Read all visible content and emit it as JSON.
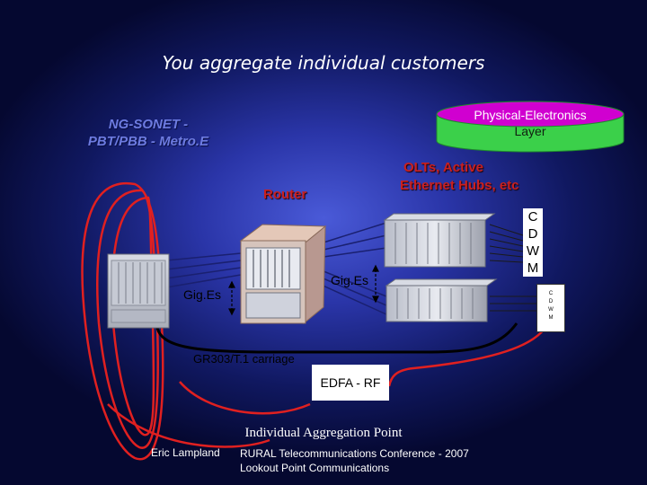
{
  "title": "You aggregate individual customers",
  "physical_layer": {
    "line1": "Physical-Electronics",
    "line2": "Layer"
  },
  "sonet_label": {
    "line1": "NG-SONET -",
    "line2": "PBT/PBB - Metro.E"
  },
  "router_label": "Router",
  "olts_label": {
    "line1": "OLTs, Active",
    "line2": "Ethernet Hubs, etc"
  },
  "cdwm_letters": [
    "C",
    "D",
    "W",
    "M"
  ],
  "cdwm_small_letters": [
    "C",
    "D",
    "W",
    "M"
  ],
  "gige_left": "Gig.Es",
  "gige_right": "Gig.Es",
  "gr303_label": "GR303/T.1 carriage",
  "edfa_label": "EDFA - RF",
  "footer": {
    "caption": "Individual Aggregation Point",
    "author": "Eric Lampland",
    "conference_line1": "RURAL Telecommunications Conference - 2007",
    "conference_line2": "Lookout Point Communications"
  },
  "colors": {
    "background": "#2a35a8",
    "fiber_red": "#e02020",
    "cylinder_green": "#3bd04a",
    "cylinder_fill": "#d000d0",
    "label_red": "#c92020"
  }
}
